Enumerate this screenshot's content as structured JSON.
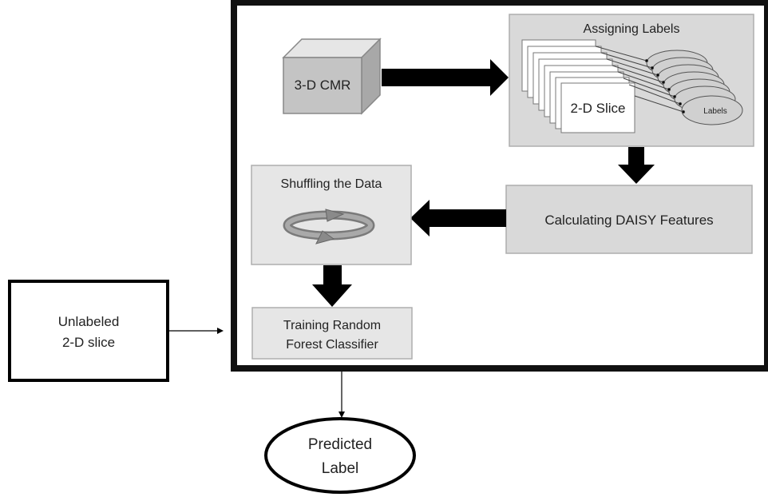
{
  "nodes": {
    "cmr": {
      "label": "3-D CMR"
    },
    "assign": {
      "title": "Assigning Labels",
      "slice_label": "2-D Slice",
      "labels_label": "Labels"
    },
    "daisy": {
      "label": "Calculating DAISY Features"
    },
    "shuffle": {
      "title": "Shuffling the Data",
      "icon": "cycle-arrows-icon"
    },
    "train": {
      "line1": "Training Random",
      "line2": "Forest Classifier"
    },
    "unlabeled": {
      "line1": "Unlabeled",
      "line2": "2-D slice"
    },
    "predicted": {
      "line1": "Predicted",
      "line2": "Label"
    }
  },
  "colors": {
    "panel_fill": "#d9d9d9",
    "panel_stroke": "#aeaeae",
    "frame": "#111111",
    "arrow": "#000000",
    "ellipse_fill": "#d0d0d0"
  }
}
